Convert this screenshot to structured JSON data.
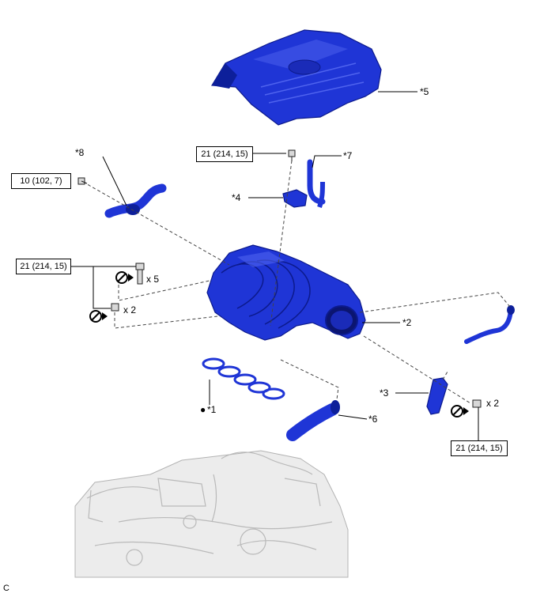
{
  "callouts": {
    "c1": "*1",
    "c2": "*2",
    "c3": "*3",
    "c4": "*4",
    "c5": "*5",
    "c6": "*6",
    "c7": "*7",
    "c8": "*8"
  },
  "torque": {
    "t_left_top": "10 (102, 7)",
    "t_top_mid": "21 (214, 15)",
    "t_left_mid": "21 (214, 15)",
    "t_bottom_right": "21 (214, 15)"
  },
  "quantities": {
    "q_x5": "x 5",
    "q_x2_left": "x 2",
    "q_x2_right": "x 2"
  },
  "marks": {
    "dot": "●"
  },
  "corner": "C",
  "colors": {
    "part_blue": "#1f35d6",
    "engine_gray": "#ececec"
  }
}
